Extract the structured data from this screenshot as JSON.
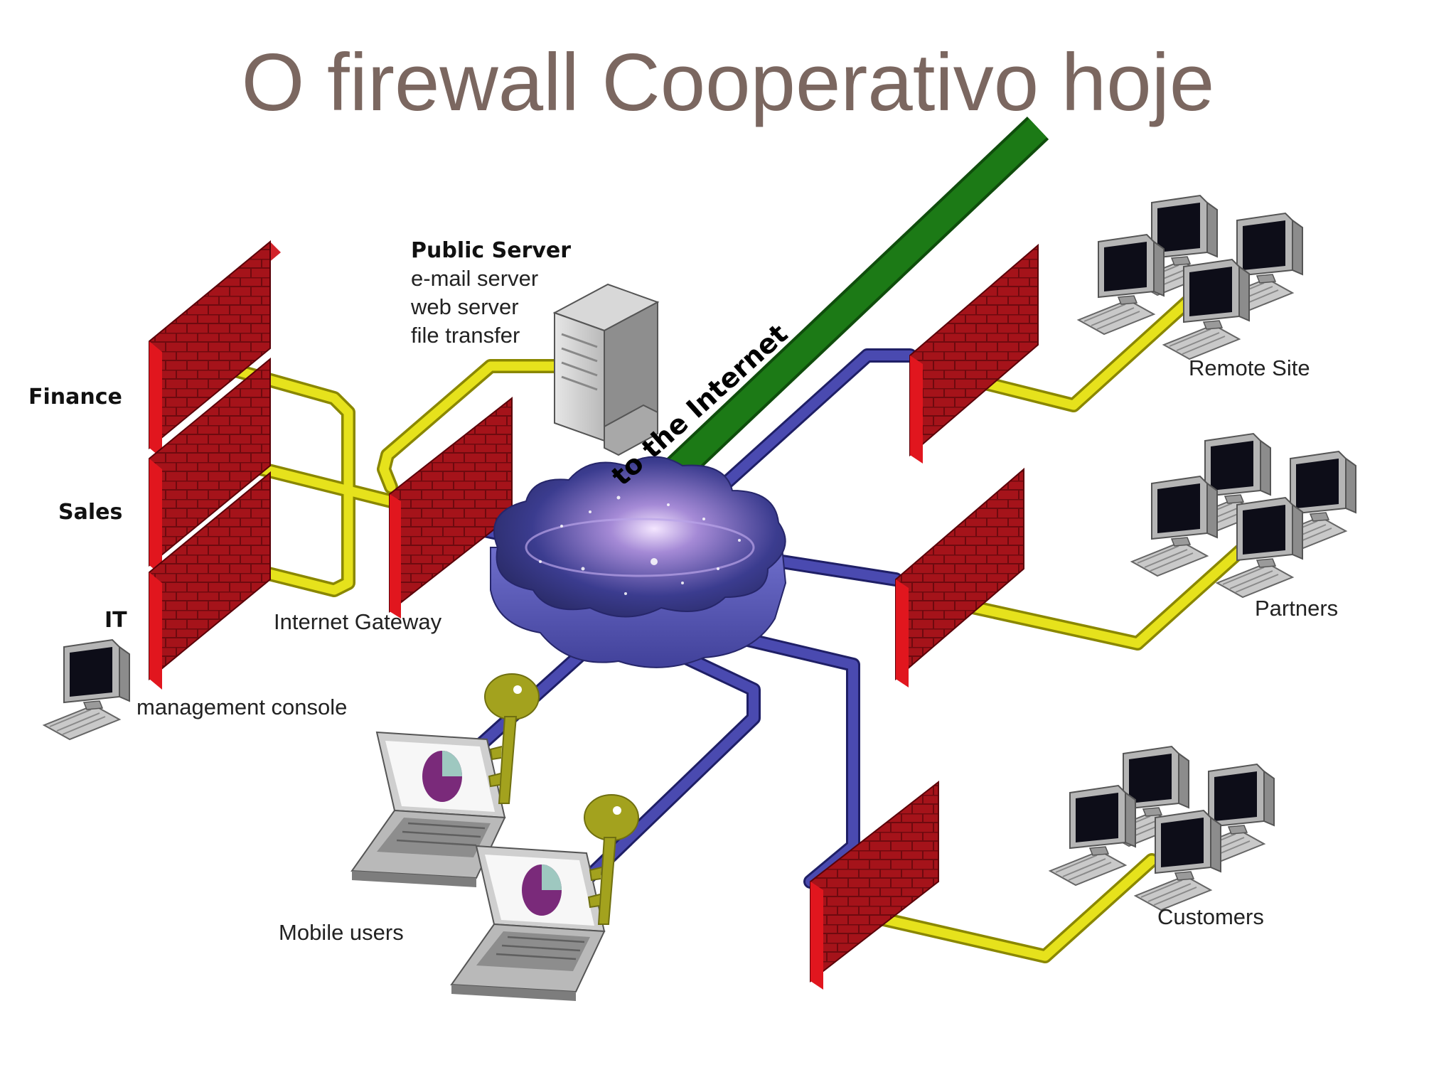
{
  "title": "O firewall Cooperativo hoje",
  "labels": {
    "public_server_heading": "Public Server",
    "public_server_items": [
      "e-mail server",
      "web server",
      "file transfer"
    ],
    "internet": "to the Internet",
    "finance": "Finance",
    "sales": "Sales",
    "it": "IT",
    "internet_gateway": "Internet Gateway",
    "management_console": "management console",
    "mobile_users": "Mobile users",
    "remote_site": "Remote Site",
    "partners": "Partners",
    "customers": "Customers"
  },
  "colors": {
    "title": "#7b6760",
    "firewall_brick": "#a5131a",
    "internet_pipe": "#1c7a16",
    "lan_pipe": "#e6e21c",
    "wan_pipe": "#3a3a94",
    "cloud": "#5a5ab8",
    "key": "#a3a21e"
  },
  "icons": [
    "firewall-icon",
    "server-icon",
    "cloud-icon",
    "desktop-computer-icon",
    "laptop-icon",
    "key-icon"
  ]
}
